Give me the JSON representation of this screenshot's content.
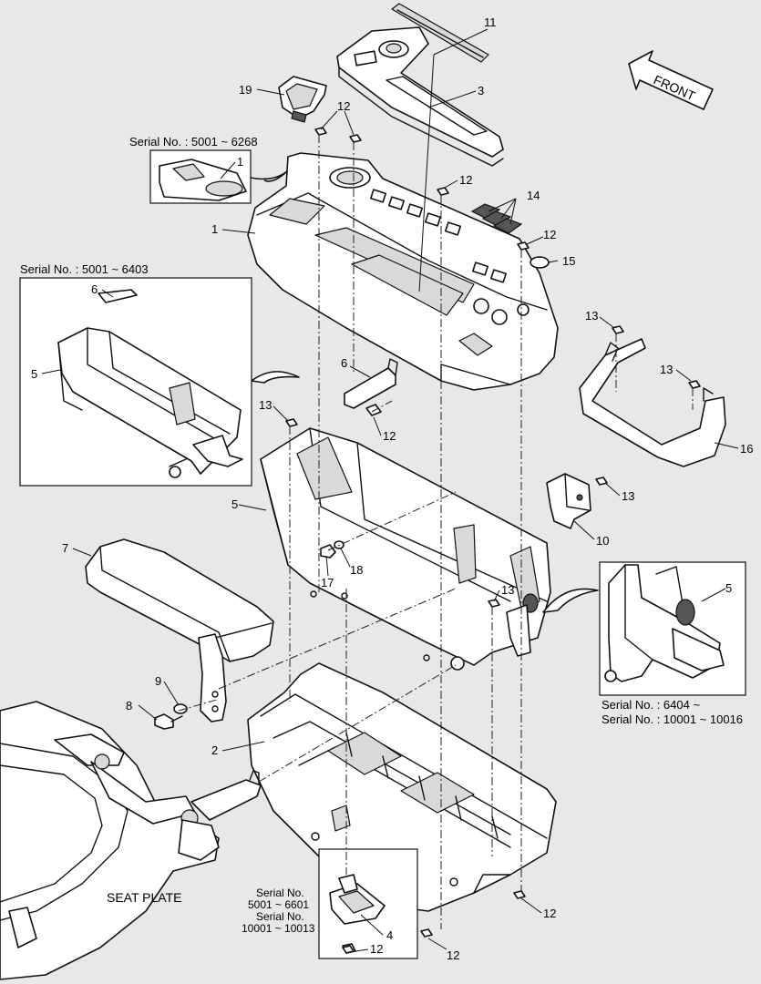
{
  "labels": {
    "serial_top": "Serial No. : 5001 ~ 6268",
    "serial_left": "Serial No. : 5001 ~ 6403",
    "serial_right_1": "Serial No. : 6404 ~",
    "serial_right_2": "Serial No. : 10001 ~ 10016",
    "serial_bottom_1": "Serial No.",
    "serial_bottom_2": "5001 ~ 6601",
    "serial_bottom_3": "Serial No.",
    "serial_bottom_4": "10001 ~ 10013",
    "front": "FRONT",
    "seat_plate": "SEAT PLATE"
  },
  "callouts": {
    "c11": "11",
    "c3": "3",
    "c19": "19",
    "c12a": "12",
    "c1a": "1",
    "c1b": "1",
    "c12b": "12",
    "c14": "14",
    "c12c": "12",
    "c15": "15",
    "c6a": "6",
    "c5a": "5",
    "c13a": "13",
    "c13b": "13",
    "c6b": "6",
    "c12d": "12",
    "c13c": "13",
    "c5b": "5",
    "c16": "16",
    "c13d": "13",
    "c10": "10",
    "c7": "7",
    "c17": "17",
    "c18": "18",
    "c13e": "13",
    "c5c": "5",
    "c9": "9",
    "c8": "8",
    "c2": "2",
    "c12e": "12",
    "c4": "4",
    "c12f": "12",
    "c12g": "12"
  }
}
